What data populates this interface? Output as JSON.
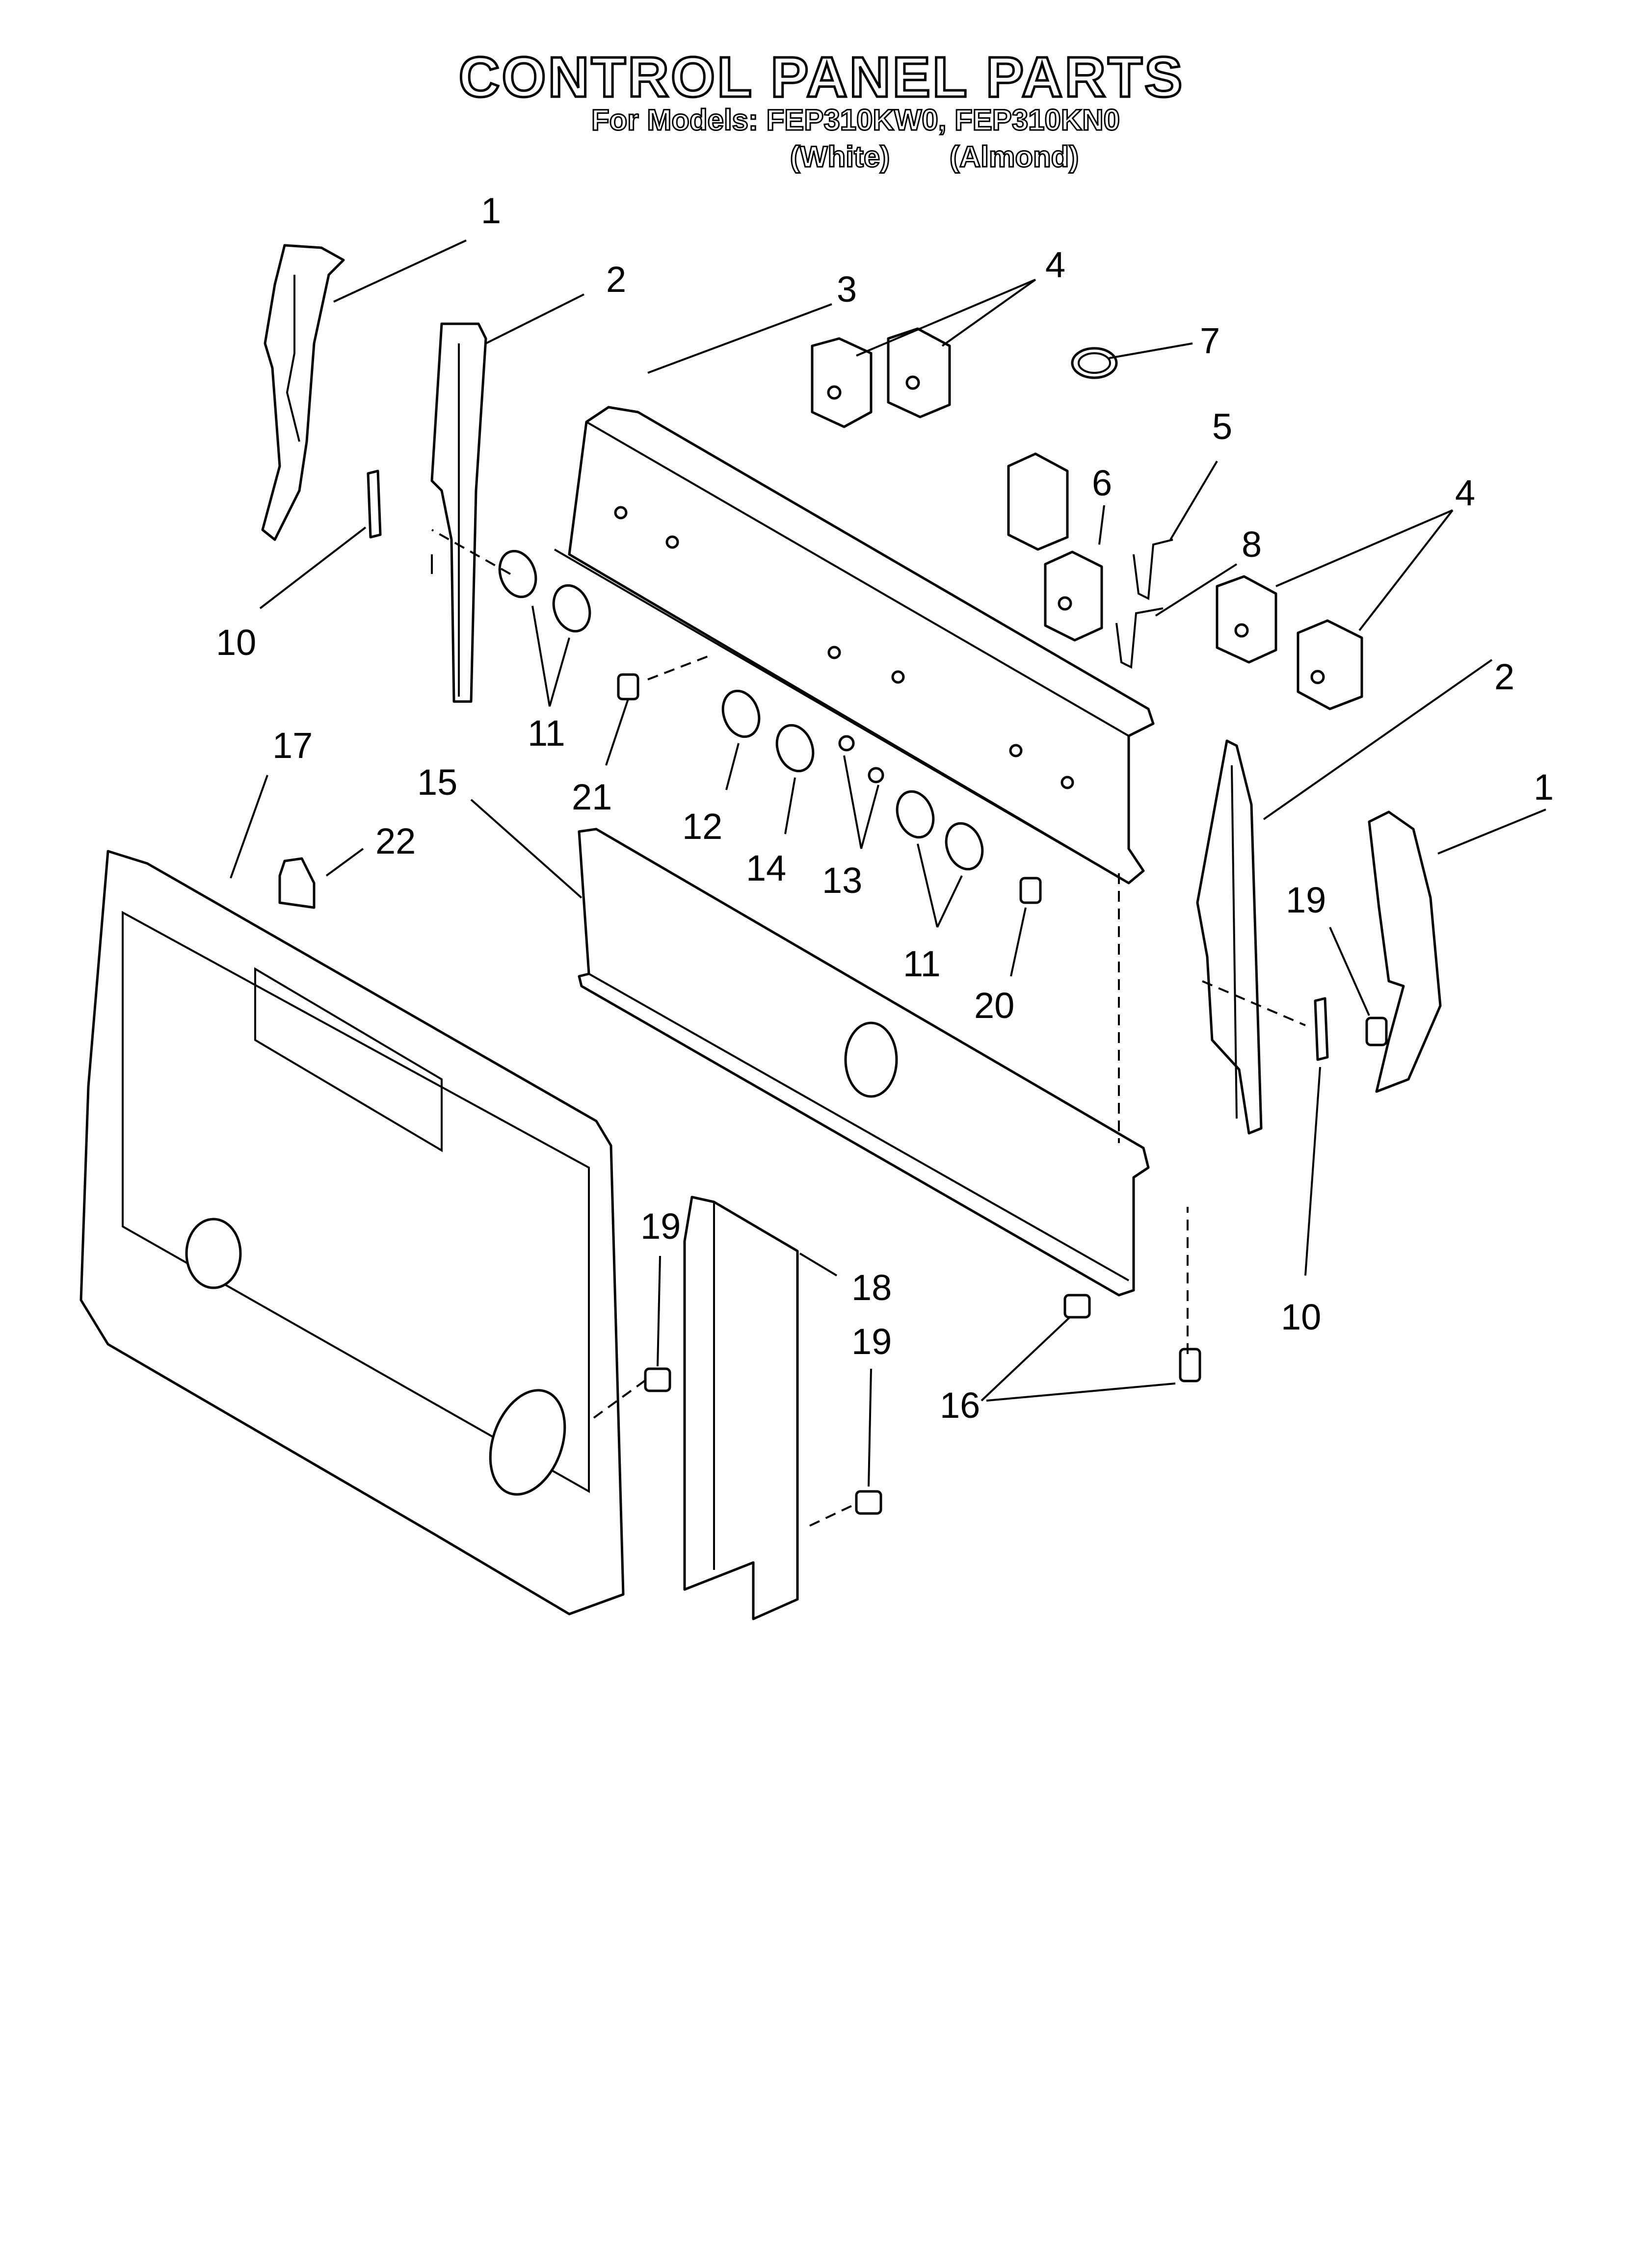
{
  "title": "CONTROL PANEL PARTS",
  "models_line": "For Models: FEP310KW0, FEP310KN0",
  "variant_white": "(White)",
  "variant_almond": "(Almond)",
  "callouts": {
    "c1a": "1",
    "c2a": "2",
    "c3": "3",
    "c4a": "4",
    "c7": "7",
    "c5": "5",
    "c6": "6",
    "c4b": "4",
    "c8": "8",
    "c10a": "10",
    "c11a": "11",
    "c21": "21",
    "c12": "12",
    "c14": "14",
    "c13": "13",
    "c11b": "11",
    "c20": "20",
    "c2b": "2",
    "c1b": "1",
    "c19a": "19",
    "c10b": "10",
    "c17": "17",
    "c22": "22",
    "c15": "15",
    "c19b": "19",
    "c18": "18",
    "c19c": "19",
    "c16": "16"
  }
}
